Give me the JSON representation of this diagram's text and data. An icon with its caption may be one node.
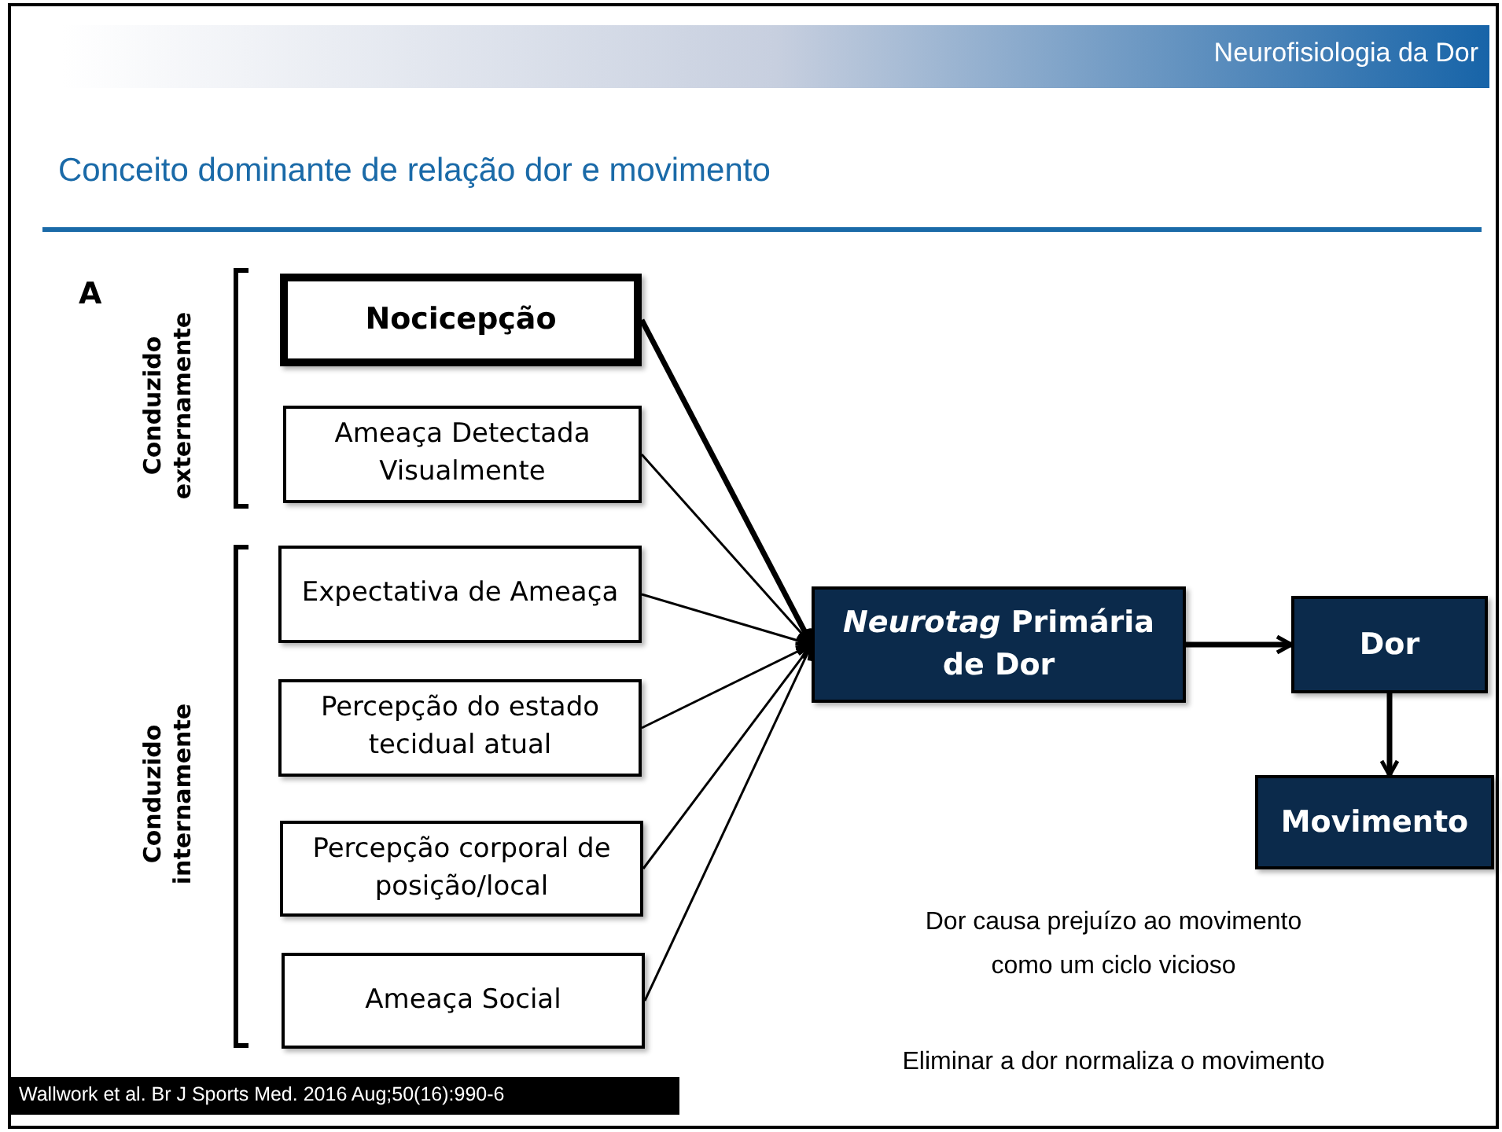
{
  "diagram": {
    "title": "Conceito dominante de relação dor e movimento",
    "nodes": [
      {
        "text": [
          "Nocicepção"
        ]
      },
      {
        "text": [
          "Ameaça Detectada Visualmente"
        ]
      },
      {
        "text": [
          "Expectativa de Ameaça"
        ]
      },
      {
        "text": [
          "Percepção do estado tecidual atual"
        ]
      },
      {
        "text": [
          "Percepção corporal de posição/local"
        ]
      },
      {
        "text": [
          "Ameaça Social"
        ]
      },
      {
        "text": [
          "*Neurotag* Primária de Dor"
        ]
      },
      {
        "text": [
          "Dor"
        ]
      },
      {
        "text": [
          "Movimento"
        ]
      }
    ],
    "edges": [
      {
        "from": 0,
        "to": 6,
        "arrow": "to",
        "style": "thick"
      },
      {
        "from": 1,
        "to": 6,
        "arrow": "to"
      },
      {
        "from": 2,
        "to": 6,
        "arrow": "to"
      },
      {
        "from": 3,
        "to": 6,
        "arrow": "to"
      },
      {
        "from": 4,
        "to": 6,
        "arrow": "to"
      },
      {
        "from": 5,
        "to": 6,
        "arrow": "to"
      },
      {
        "from": 6,
        "to": 7,
        "arrow": "to",
        "style": "thick"
      },
      {
        "from": 7,
        "to": 8,
        "arrow": "to",
        "style": "thick"
      }
    ],
    "labels": [
      "Neurofisiologia da Dor",
      "A",
      "Conduzido externamente",
      "Conduzido internamente",
      "Dor causa prejuízo ao movimento como um ciclo vicioso",
      "Eliminar a dor normaliza o movimento",
      "Wallwork et al. Br J Sports Med. 2016 Aug;50(16):990-6"
    ]
  }
}
